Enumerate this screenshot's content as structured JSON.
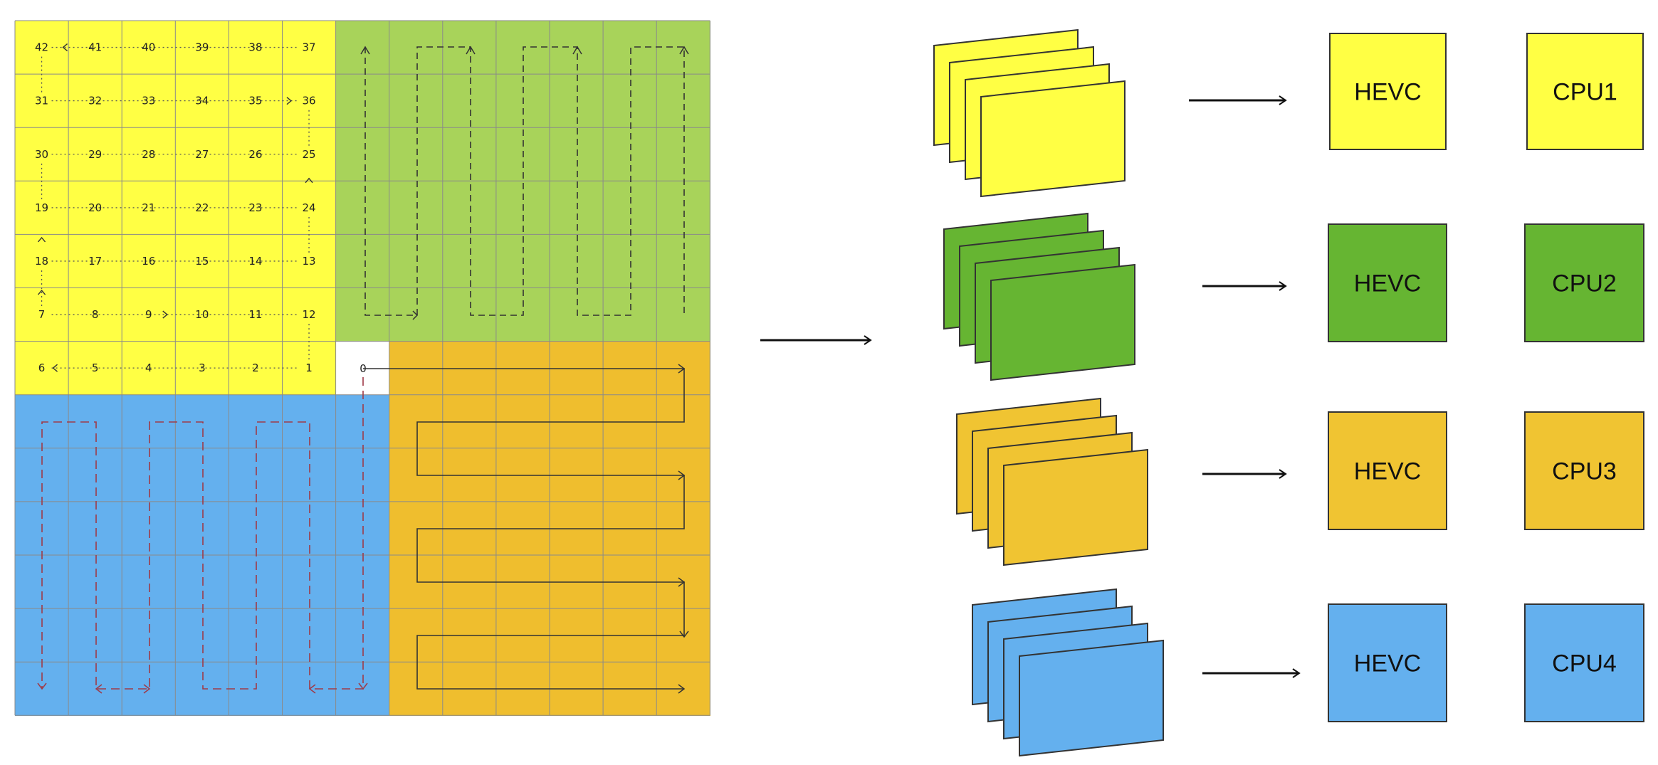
{
  "colors": {
    "yellow": "#FFFF44",
    "green": "#A8D35A",
    "green_dark": "#66B532",
    "orange": "#EFBE2E",
    "orange_light": "#F0C432",
    "blue": "#64B0EE",
    "white": "#FFFFFF",
    "grid_line": "#8A8A8A",
    "path_dark": "#333333",
    "path_red": "#9E3A48"
  },
  "grid": {
    "rows": 13,
    "cols": 13,
    "yellow_numbers": [
      [
        "42",
        "41",
        "40",
        "39",
        "38",
        "37"
      ],
      [
        "31",
        "32",
        "33",
        "34",
        "35",
        "36"
      ],
      [
        "30",
        "29",
        "28",
        "27",
        "26",
        "25"
      ],
      [
        "19",
        "20",
        "21",
        "22",
        "23",
        "24"
      ],
      [
        "18",
        "17",
        "16",
        "15",
        "14",
        "13"
      ],
      [
        "7",
        "8",
        "9",
        "10",
        "11",
        "12"
      ],
      [
        "6",
        "5",
        "4",
        "3",
        "2",
        "1"
      ]
    ],
    "center_number": "0"
  },
  "pipelines": [
    {
      "id": "yellow",
      "color": "#FFFF44",
      "codec_label": "HEVC",
      "cpu_label": "CPU1"
    },
    {
      "id": "green",
      "color": "#66B532",
      "codec_label": "HEVC",
      "cpu_label": "CPU2"
    },
    {
      "id": "orange",
      "color": "#F0C432",
      "codec_label": "HEVC",
      "cpu_label": "CPU3"
    },
    {
      "id": "blue",
      "color": "#64B0EE",
      "codec_label": "HEVC",
      "cpu_label": "CPU4"
    }
  ]
}
